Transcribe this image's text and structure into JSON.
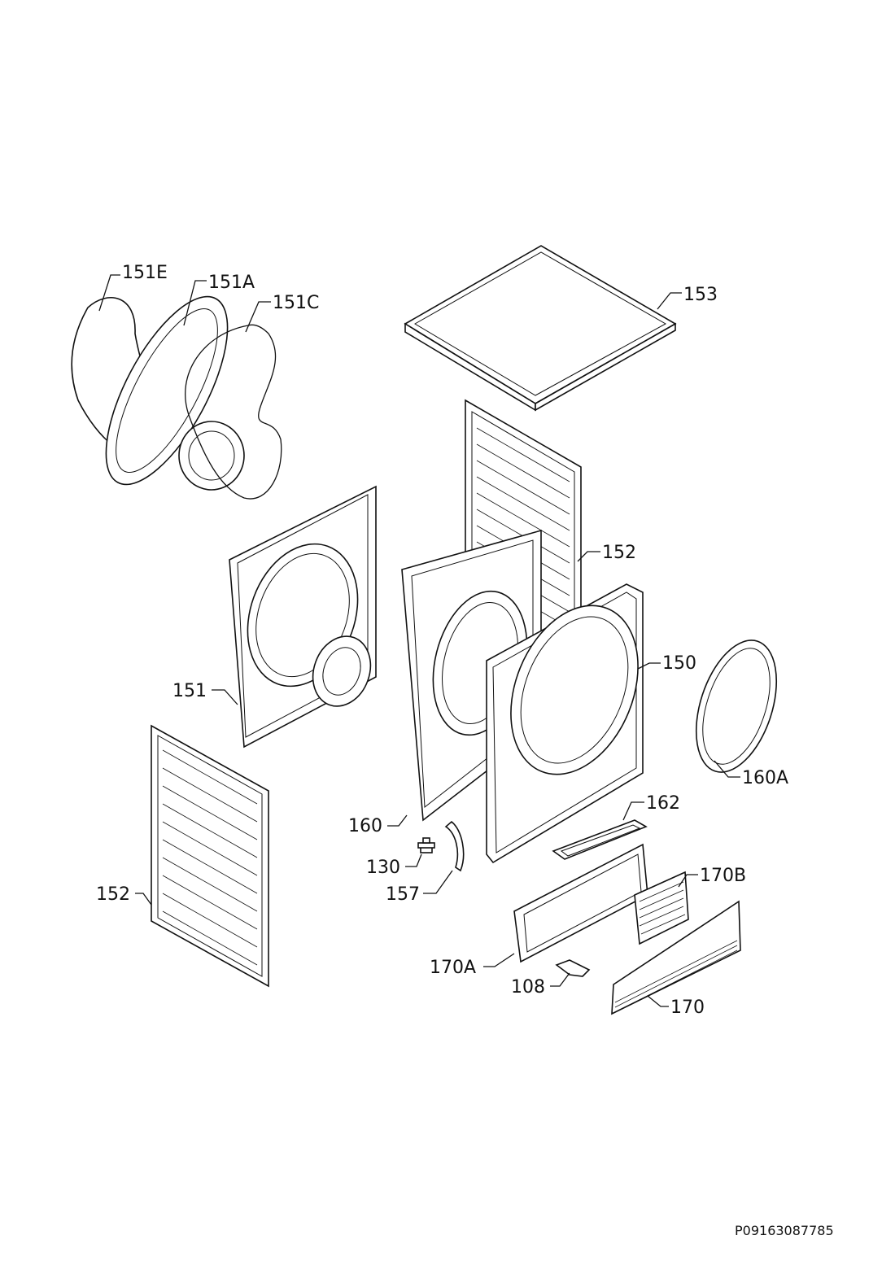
{
  "diagram": {
    "callouts": [
      {
        "id": "151E",
        "label": "151E"
      },
      {
        "id": "151A",
        "label": "151A"
      },
      {
        "id": "151C",
        "label": "151C"
      },
      {
        "id": "153",
        "label": "153"
      },
      {
        "id": "152_right",
        "label": "152"
      },
      {
        "id": "150",
        "label": "150"
      },
      {
        "id": "151",
        "label": "151"
      },
      {
        "id": "160A",
        "label": "160A"
      },
      {
        "id": "162",
        "label": "162"
      },
      {
        "id": "160",
        "label": "160"
      },
      {
        "id": "130",
        "label": "130"
      },
      {
        "id": "170B",
        "label": "170B"
      },
      {
        "id": "157",
        "label": "157"
      },
      {
        "id": "152_left",
        "label": "152"
      },
      {
        "id": "170A",
        "label": "170A"
      },
      {
        "id": "108",
        "label": "108"
      },
      {
        "id": "170",
        "label": "170"
      }
    ],
    "drawing_code": "P09163087785"
  }
}
